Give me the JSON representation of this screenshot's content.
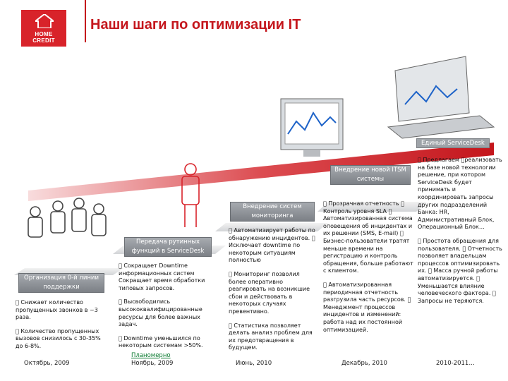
{
  "header": {
    "logo_line1": "HOME",
    "logo_line2": "CREDIT",
    "title": "Наши шаги по оптимизации IT"
  },
  "banner": {
    "label": "Единый ServiceDesk"
  },
  "steps": [
    {
      "label": "Организация 0-й линии поддержки",
      "items": [
        " Снижает количество пропущенных звонков в ~3 раза.",
        " Количество пропущенных вызовов снизилось с 30-35% до 6-8%."
      ],
      "date": "Октябрь, 2009"
    },
    {
      "label": "Передача рутинных функций в ServiceDesk",
      "items": [
        " Сокращает Downtime информационных систем Сокращает время обработки типовых запросов.",
        " Высвободились высококвалифицированные ресурсы для более важных задач.",
        " Downtime уменьшился по некоторым системам >50%."
      ],
      "plan": "Планомерно",
      "date": "Ноябрь, 2009"
    },
    {
      "label": "Внедрение систем мониторинга",
      "items_black": [
        " Автоматизирует работы по обнаружению инцидентов.  Исключает downtime по некоторым ситуациям полностью"
      ],
      "items_red": [
        " Мониторинг позволил более оперативно реагировать на возникшие сбои и действовать в некоторых случаях превентивно.",
        " Статистика позволяет делать анализ проблем для их предотвращения в будущем."
      ],
      "date": "Июнь, 2010"
    },
    {
      "label": "Внедрение новой ITSM системы",
      "items_black": [
        " Прозрачная отчетность  Контроль уровня SLA  Автоматизированная система оповещения об инцидентах и их решении (SMS, E-mail)  Бизнес-пользователи тратят меньше времени на регистрацию и контроль обращения, больше работают с клиентом."
      ],
      "items_red": [
        " Автоматизированная периодичная отчетность разгрузила часть ресурсов.  Менеджмент процессов инцидентов и изменений: работа над их постоянной оптимизацией."
      ],
      "date": "Декабрь, 2010"
    },
    {
      "items_black": [
        " Предлагаем реализовать на базе новой технологии решение, при котором ServiceDesk будет принимать и координировать запросы других подразделений Банка: HR, Административный Блок, Операционный Блок…"
      ],
      "items_red": [
        " Простота обращения для пользователя.  Отчетность позволяет владельцам процессов оптимизировать их.  Масса ручной работы автоматизируется.  Уменьшается влияние человеческого фактора.  Запросы не теряются."
      ],
      "date": "2010-2011…"
    }
  ],
  "colors": {
    "brand_red": "#c4161c",
    "step_gray": "#9ea3a8",
    "plan_green": "#0a7a2f"
  }
}
